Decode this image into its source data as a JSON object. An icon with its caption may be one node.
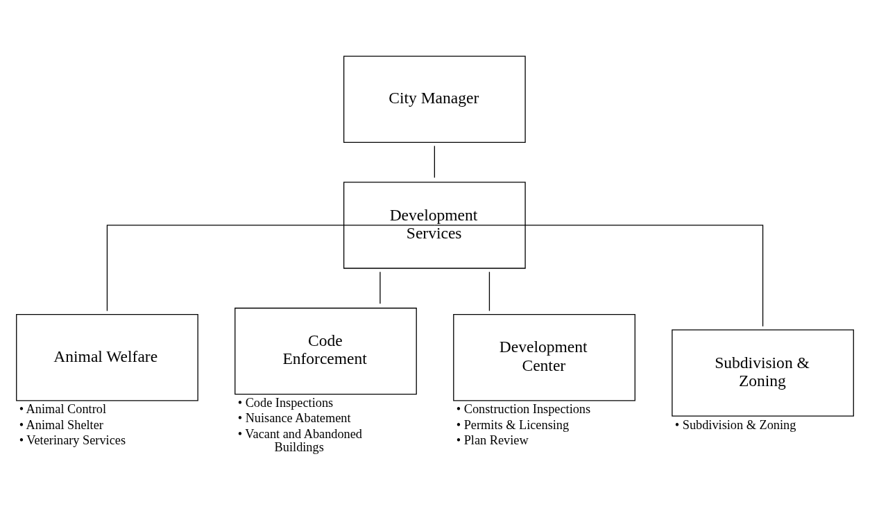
{
  "diagram": {
    "nodes": [
      {
        "text": [
          "City Manager"
        ]
      },
      {
        "text": [
          "Development Services"
        ]
      },
      {
        "text": [
          "Animal Welfare"
        ],
        "beside": [
          "• Animal Control",
          "• Animal Shelter",
          "• Veterinary Services"
        ]
      },
      {
        "text": [
          "Code Enforcement"
        ],
        "beside": [
          "• Code Inspections",
          "• Nuisance Abatement",
          "• Vacant and Abandoned Buildings"
        ]
      },
      {
        "text": [
          "Development Center"
        ],
        "beside": [
          "• Construction Inspections",
          "• Permits & Licensing",
          "• Plan Review"
        ]
      },
      {
        "text": [
          "Subdivision & Zoning"
        ],
        "beside": [
          "• Subdivision & Zoning"
        ]
      }
    ],
    "edges": [
      {
        "from": 0,
        "to": 1,
        "arrow": "none"
      },
      {
        "from": 1,
        "to": 2,
        "arrow": "none"
      },
      {
        "from": 1,
        "to": 3,
        "arrow": "none"
      },
      {
        "from": 1,
        "to": 4,
        "arrow": "none"
      },
      {
        "from": 1,
        "to": 5,
        "arrow": "none"
      }
    ]
  }
}
